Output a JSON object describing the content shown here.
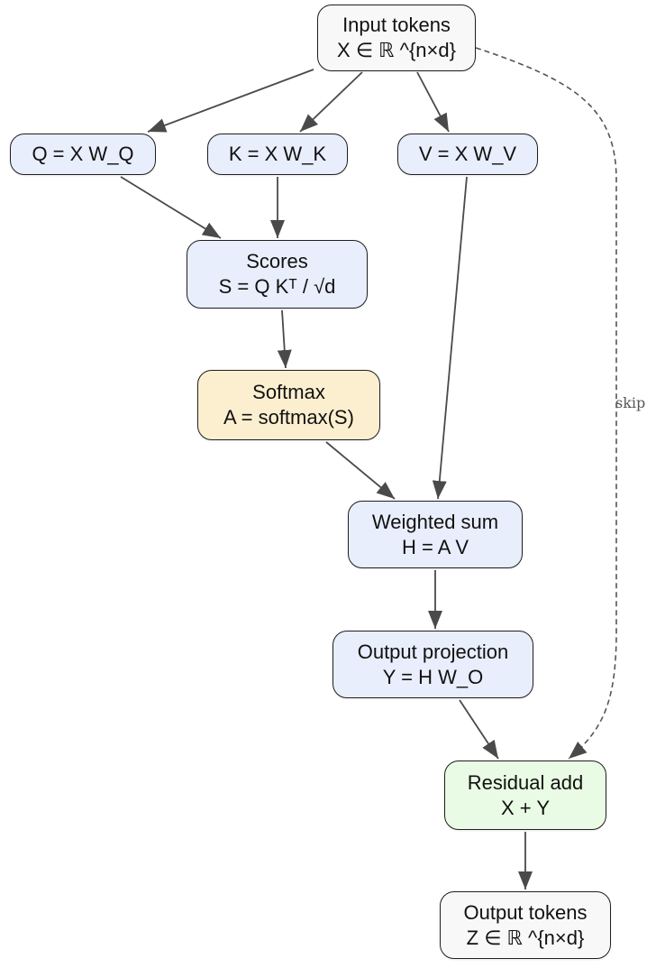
{
  "diagram": {
    "title": "Self-attention block",
    "colors": {
      "io": "#f8f8f8",
      "compute": "#e8eefb",
      "softmax": "#fcefcf",
      "residual": "#e9fbe4",
      "edge": "#4a4a4a",
      "skip_edge": "#555555"
    },
    "nodes": [
      {
        "id": "input",
        "lines": [
          "Input tokens",
          "X ∈ ℝ ^{n×d}"
        ],
        "kind": "io"
      },
      {
        "id": "q",
        "lines": [
          "Q = X W_Q"
        ],
        "kind": "compute"
      },
      {
        "id": "k",
        "lines": [
          "K = X W_K"
        ],
        "kind": "compute"
      },
      {
        "id": "v",
        "lines": [
          "V = X W_V"
        ],
        "kind": "compute"
      },
      {
        "id": "scores",
        "lines": [
          "Scores",
          "S = Q Kᵀ / √d"
        ],
        "kind": "compute"
      },
      {
        "id": "softmax",
        "lines": [
          "Softmax",
          "A = softmax(S)"
        ],
        "kind": "softmax"
      },
      {
        "id": "weighted",
        "lines": [
          "Weighted sum",
          "H = A V"
        ],
        "kind": "compute"
      },
      {
        "id": "outproj",
        "lines": [
          "Output projection",
          "Y = H W_O"
        ],
        "kind": "compute"
      },
      {
        "id": "residual",
        "lines": [
          "Residual add",
          "X + Y"
        ],
        "kind": "residual"
      },
      {
        "id": "output",
        "lines": [
          "Output tokens",
          "Z ∈ ℝ ^{n×d}"
        ],
        "kind": "io"
      }
    ],
    "edges": [
      {
        "from": "input",
        "to": "q",
        "style": "solid"
      },
      {
        "from": "input",
        "to": "k",
        "style": "solid"
      },
      {
        "from": "input",
        "to": "v",
        "style": "solid"
      },
      {
        "from": "q",
        "to": "scores",
        "style": "solid"
      },
      {
        "from": "k",
        "to": "scores",
        "style": "solid"
      },
      {
        "from": "scores",
        "to": "softmax",
        "style": "solid"
      },
      {
        "from": "softmax",
        "to": "weighted",
        "style": "solid"
      },
      {
        "from": "v",
        "to": "weighted",
        "style": "solid"
      },
      {
        "from": "weighted",
        "to": "outproj",
        "style": "solid"
      },
      {
        "from": "outproj",
        "to": "residual",
        "style": "solid"
      },
      {
        "from": "input",
        "to": "residual",
        "style": "dashed",
        "label": "skip"
      },
      {
        "from": "residual",
        "to": "output",
        "style": "solid"
      }
    ]
  }
}
